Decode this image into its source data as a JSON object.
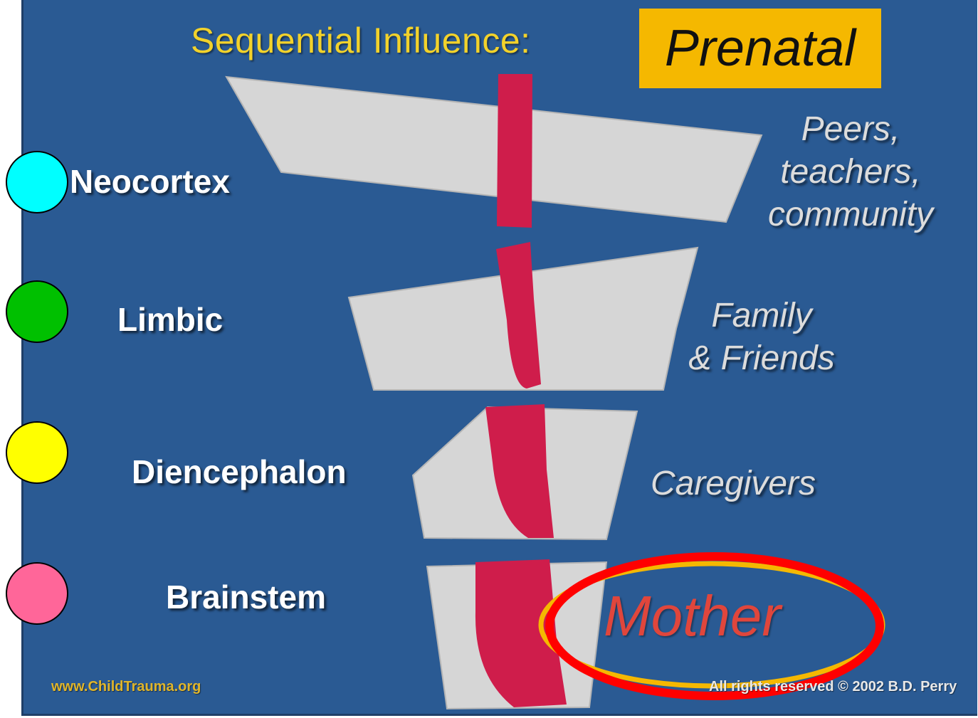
{
  "title": {
    "prefix": "Sequential Influence:",
    "highlight": "Prenatal"
  },
  "regions": [
    {
      "label": "Neocortex",
      "influence": [
        "Peers,",
        "teachers,",
        "community"
      ]
    },
    {
      "label": "Limbic",
      "influence": [
        "Family",
        "& Friends"
      ]
    },
    {
      "label": "Diencephalon",
      "influence": [
        "Caregivers"
      ]
    },
    {
      "label": "Brainstem",
      "influence": [
        "Mother"
      ]
    }
  ],
  "markers": [
    {
      "name": "neocortex",
      "color": "#00ffff"
    },
    {
      "name": "limbic",
      "color": "#00c000"
    },
    {
      "name": "diencephalon",
      "color": "#ffff00"
    },
    {
      "name": "brainstem",
      "color": "#ff6699"
    }
  ],
  "colors": {
    "background": "#2a5a93",
    "block": "#d6d6d6",
    "core": "#cf1d4b",
    "title_text": "#f2d22b",
    "title_box": "#f5b800",
    "highlight_outer": "#ff0000",
    "highlight_inner": "#f5b800"
  },
  "footer": {
    "left": "www.ChildTrauma.org",
    "right": "All rights reserved © 2002 B.D. Perry"
  }
}
